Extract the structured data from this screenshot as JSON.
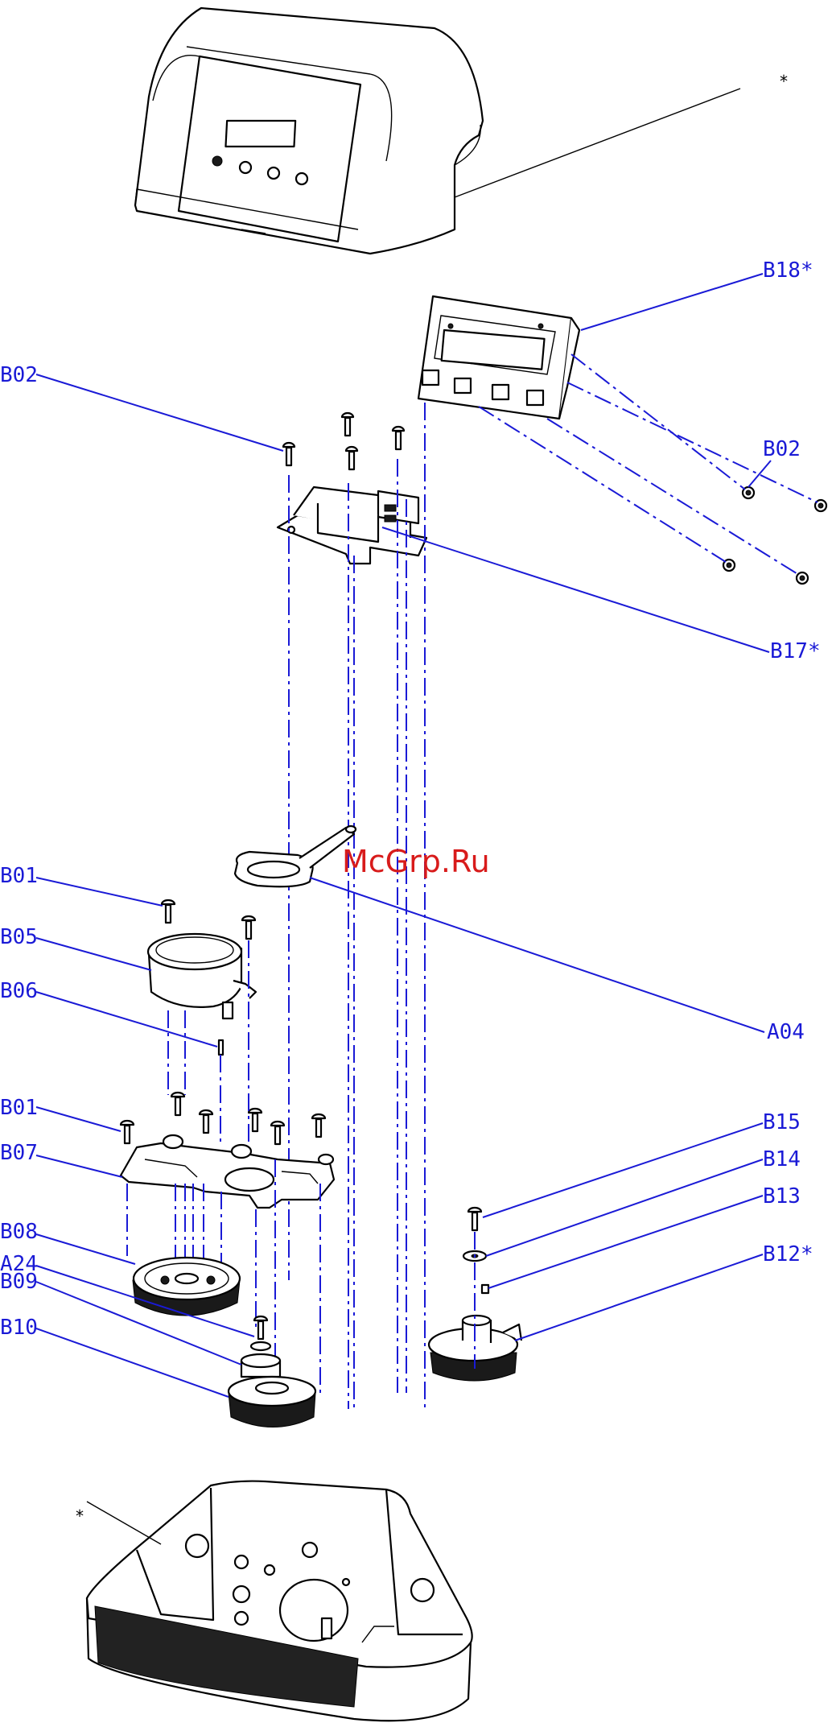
{
  "watermark": "McGrp.Ru",
  "labels": {
    "top_asterisk": "*",
    "bottom_asterisk": "*",
    "b18": "B18*",
    "b02_left": "B02",
    "b02_right": "B02",
    "b17": "B17*",
    "b01_upper": "B01",
    "b05": "B05",
    "b06": "B06",
    "a04": "A04",
    "b01_lower": "B01",
    "b07": "B07",
    "b15": "B15",
    "b14": "B14",
    "b13": "B13",
    "b08": "B08",
    "b12": "B12*",
    "a24": "A24",
    "b09": "B09",
    "b10": "B10"
  },
  "colors": {
    "callout": "#1a1ad6",
    "watermark": "#d81b1b",
    "linework": "#000000"
  }
}
